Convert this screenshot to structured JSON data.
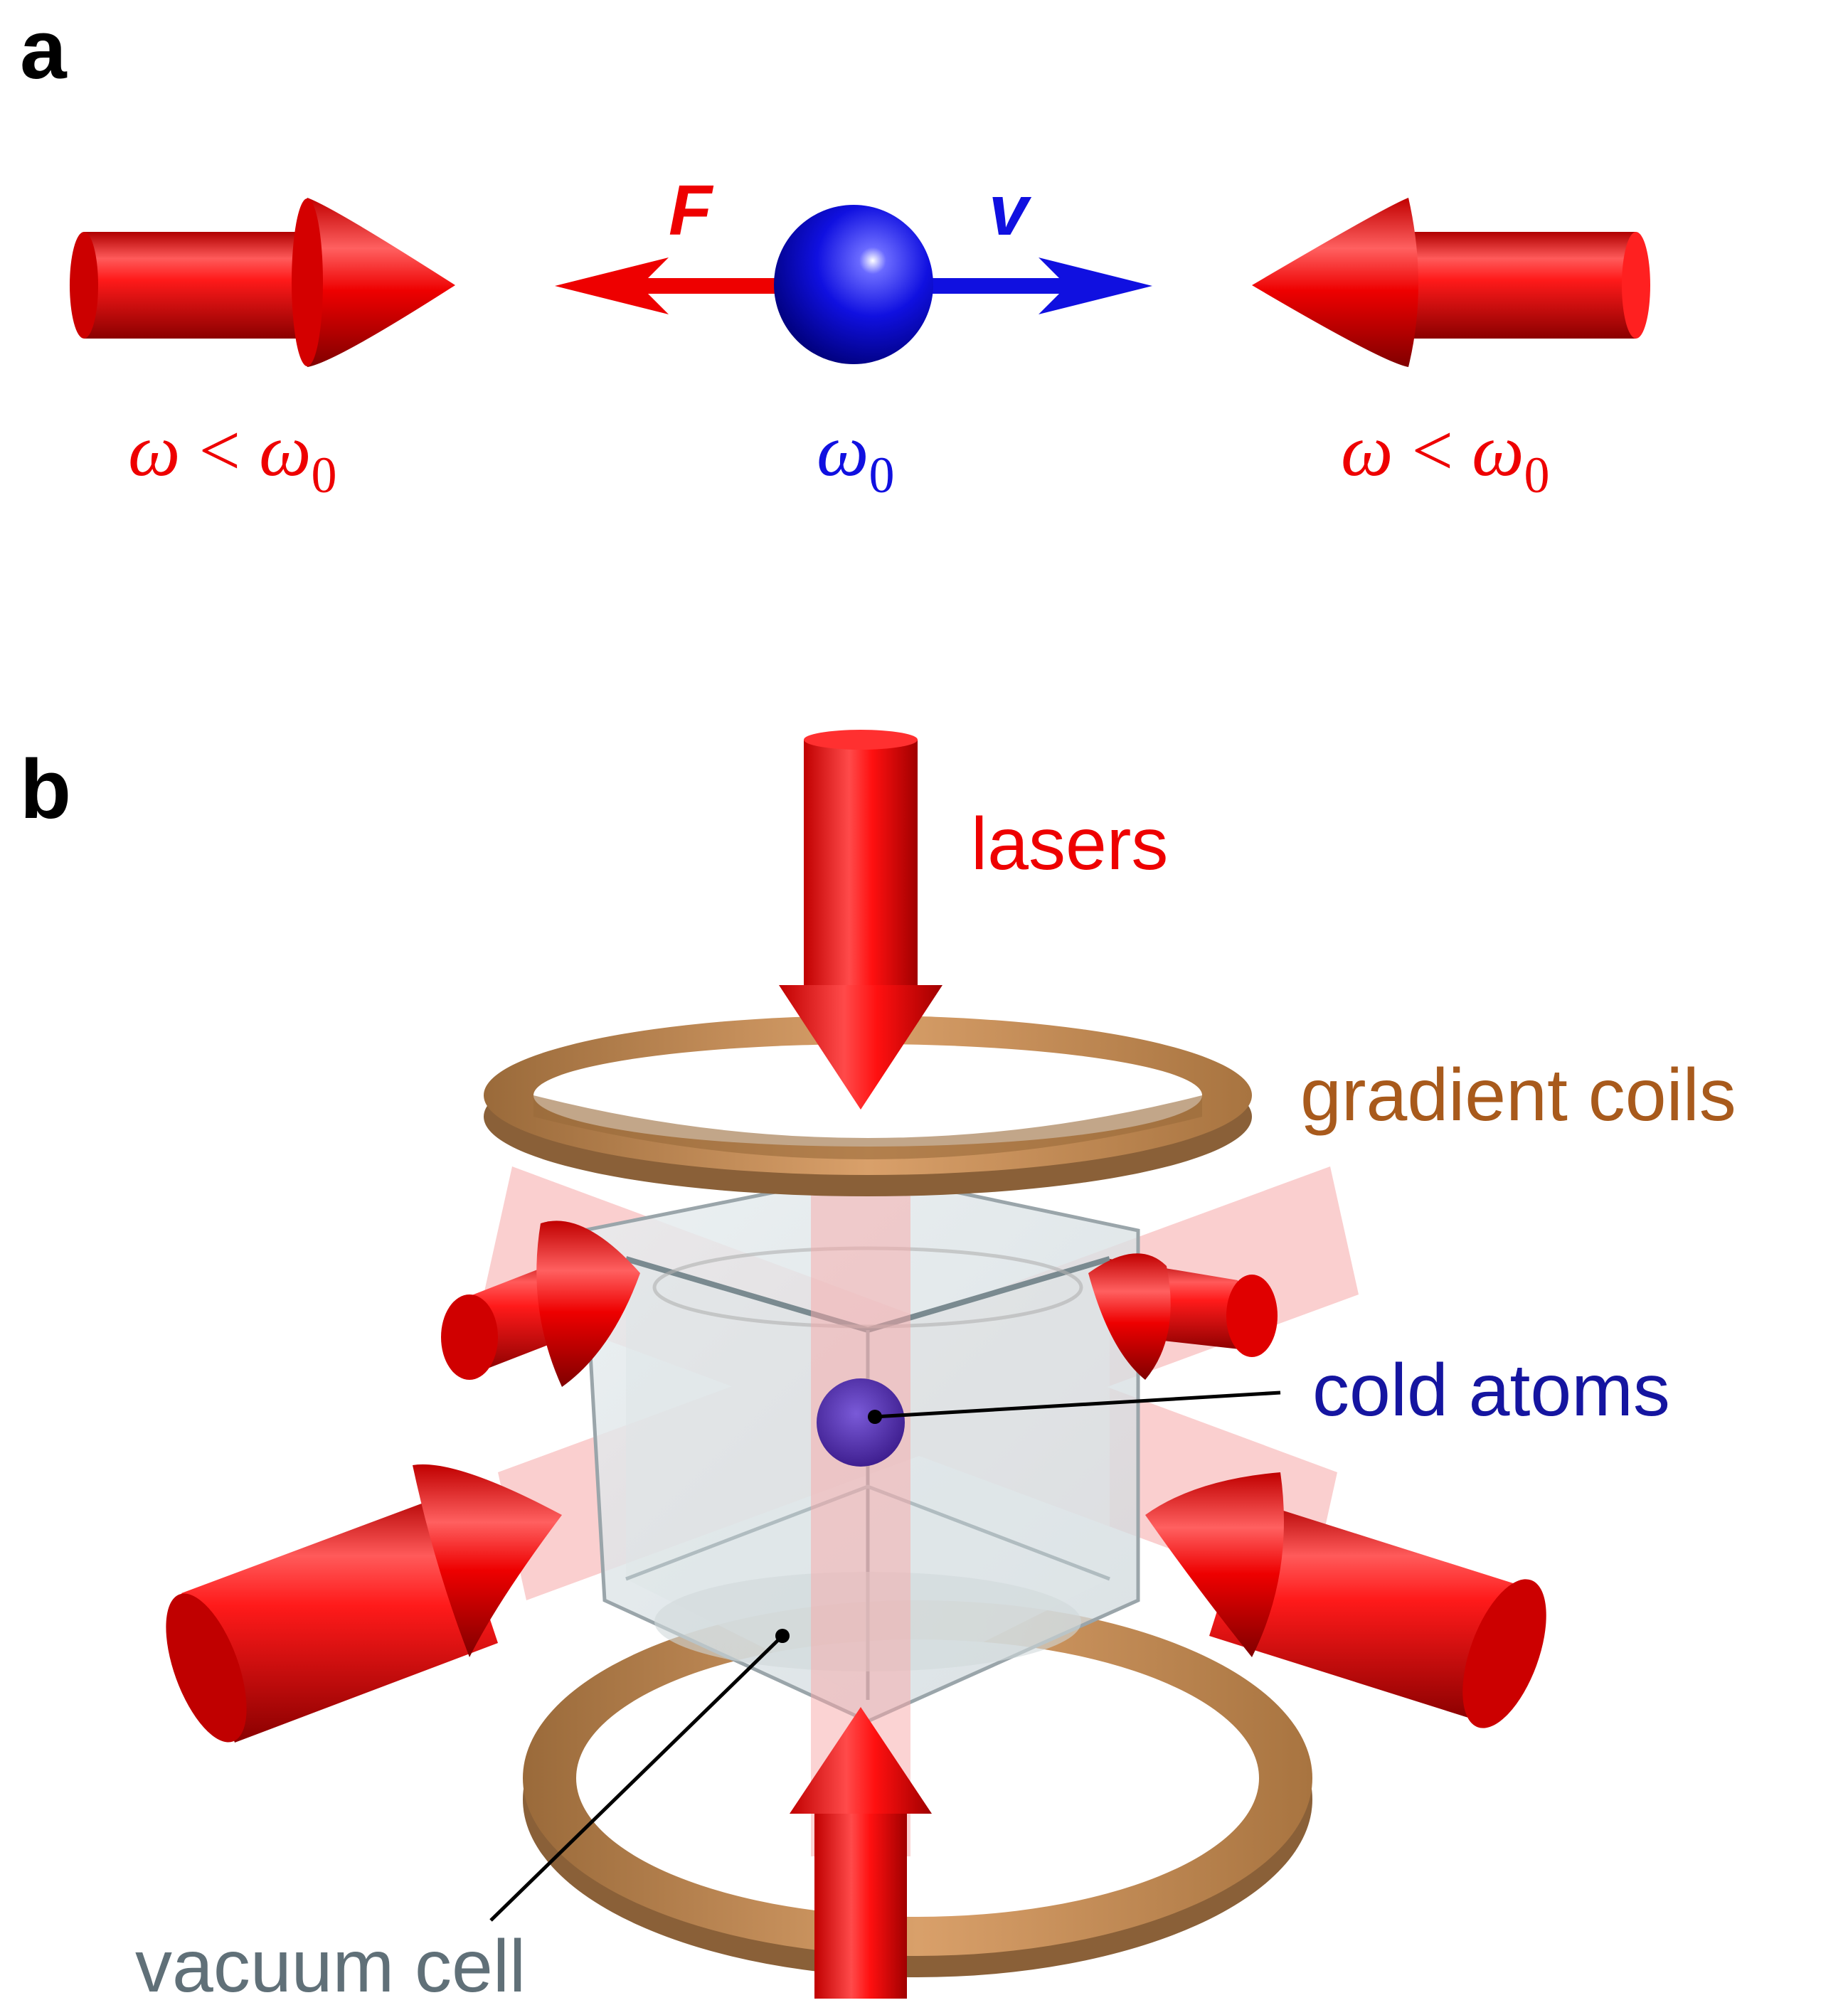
{
  "panel_a": {
    "letter": "a",
    "force_label": "F",
    "velocity_label": "v",
    "left_beam": {
      "omega": "ω",
      "lt": "<",
      "omega0": "ω",
      "sub": "0"
    },
    "atom": {
      "omega0": "ω",
      "sub": "0"
    },
    "right_beam": {
      "omega": "ω",
      "lt": "<",
      "omega0": "ω",
      "sub": "0"
    }
  },
  "panel_b": {
    "letter": "b",
    "lasers_label": "lasers",
    "coils_label": "gradient coils",
    "atoms_label": "cold atoms",
    "cell_label": "vacuum cell"
  },
  "colors": {
    "laser": "#ee0000",
    "atom": "#1010d0",
    "coil": "#b5834f",
    "coil_label": "#a85a1c",
    "atoms_label": "#1515a0",
    "cell_label": "#607078"
  }
}
